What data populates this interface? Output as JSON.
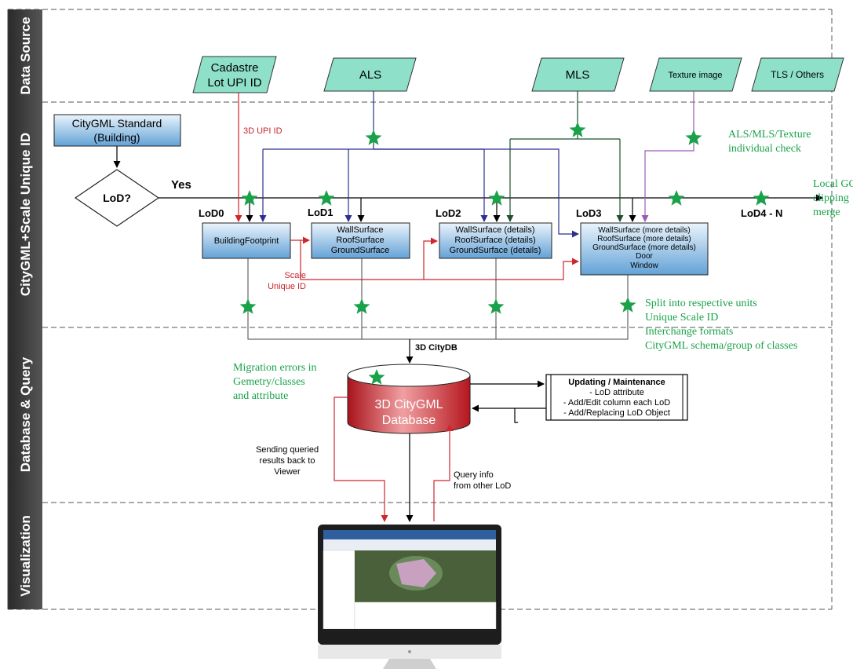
{
  "lanes": [
    {
      "label": "Data Source"
    },
    {
      "label": "CityGML+Scale Unique ID"
    },
    {
      "label": "Database & Query"
    },
    {
      "label": "Visualization"
    }
  ],
  "sources": {
    "cadastre": [
      "Cadastre",
      "Lot UPI ID"
    ],
    "als": "ALS",
    "mls": "MLS",
    "texture": "Texture image",
    "tls": "TLS / Others"
  },
  "standard": [
    "CityGML Standard",
    "(Building)"
  ],
  "decision": {
    "label": "LoD?",
    "yes": "Yes"
  },
  "upi_label": "3D UPI ID",
  "lods": {
    "lod0": {
      "label": "LoD0",
      "lines": [
        "BuildingFootprint"
      ]
    },
    "lod1": {
      "label": "LoD1",
      "lines": [
        "WallSurface",
        "RoofSurface",
        "GroundSurface"
      ]
    },
    "lod2": {
      "label": "LoD2",
      "lines": [
        "WallSurface (details)",
        "RoofSurface (details)",
        "GroundSurface (details)"
      ]
    },
    "lod3": {
      "label": "LoD3",
      "lines": [
        "WallSurface (more details)",
        "RoofSurface (more details)",
        "GroundSurface (more details)",
        "Door",
        "Window"
      ]
    },
    "lod4": "LoD4 - N"
  },
  "scale_label": [
    "Scale",
    "Unique ID"
  ],
  "notes": {
    "als_check": [
      "ALS/MLS/Texture",
      "individual check"
    ],
    "local_gcp": [
      "Local GCP,",
      "clipping",
      "merge"
    ],
    "split": [
      "Split into respective units",
      "Unique Scale ID",
      "Interchange formats",
      "CityGML schema/group of classes"
    ],
    "migration": [
      "Migration errors in",
      "Gemetry/classes",
      "and attribute"
    ]
  },
  "db_label": "3D CityDB",
  "database": [
    "3D CityGML",
    "Database"
  ],
  "maintenance": {
    "title": "Updating / Maintenance",
    "lines": [
      "- LoD attribute",
      "- Add/Edit column each LoD",
      "- Add/Replacing LoD Object"
    ]
  },
  "sending": [
    "Sending queried",
    "results back to",
    "Viewer"
  ],
  "query": [
    "Query info",
    "from other LoD"
  ],
  "colors": {
    "star": "#19a24a",
    "red": "#d0262c",
    "blue": "#2b2f8f",
    "dark_green": "#1e4d2b",
    "purple": "#9b59b6",
    "box_top": "#e6f2fb",
    "box_bottom": "#6aa8d8",
    "source": "#8ee0c8",
    "lane_header": "#3a3a3a"
  }
}
